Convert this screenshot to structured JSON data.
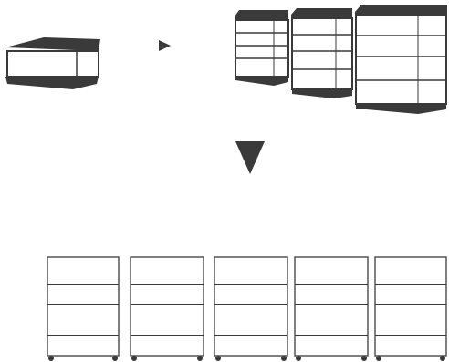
{
  "colors": {
    "background": "#ffffff",
    "dark": "#3a3a3a",
    "body_white": "#ffffff",
    "shelf_line": "#3a3a3a",
    "outline_light": "#555555"
  },
  "icons": {
    "small_arrow": "triangle-right-icon",
    "big_arrow": "triangle-down-icon"
  },
  "top_row": {
    "single_unit": "single-drawer-unit",
    "stacks": [
      "stack-small",
      "stack-medium",
      "stack-large"
    ]
  },
  "bottom_row": {
    "cabinets": [
      "cabinet-1",
      "cabinet-2",
      "cabinet-3",
      "cabinet-4",
      "cabinet-5"
    ]
  }
}
